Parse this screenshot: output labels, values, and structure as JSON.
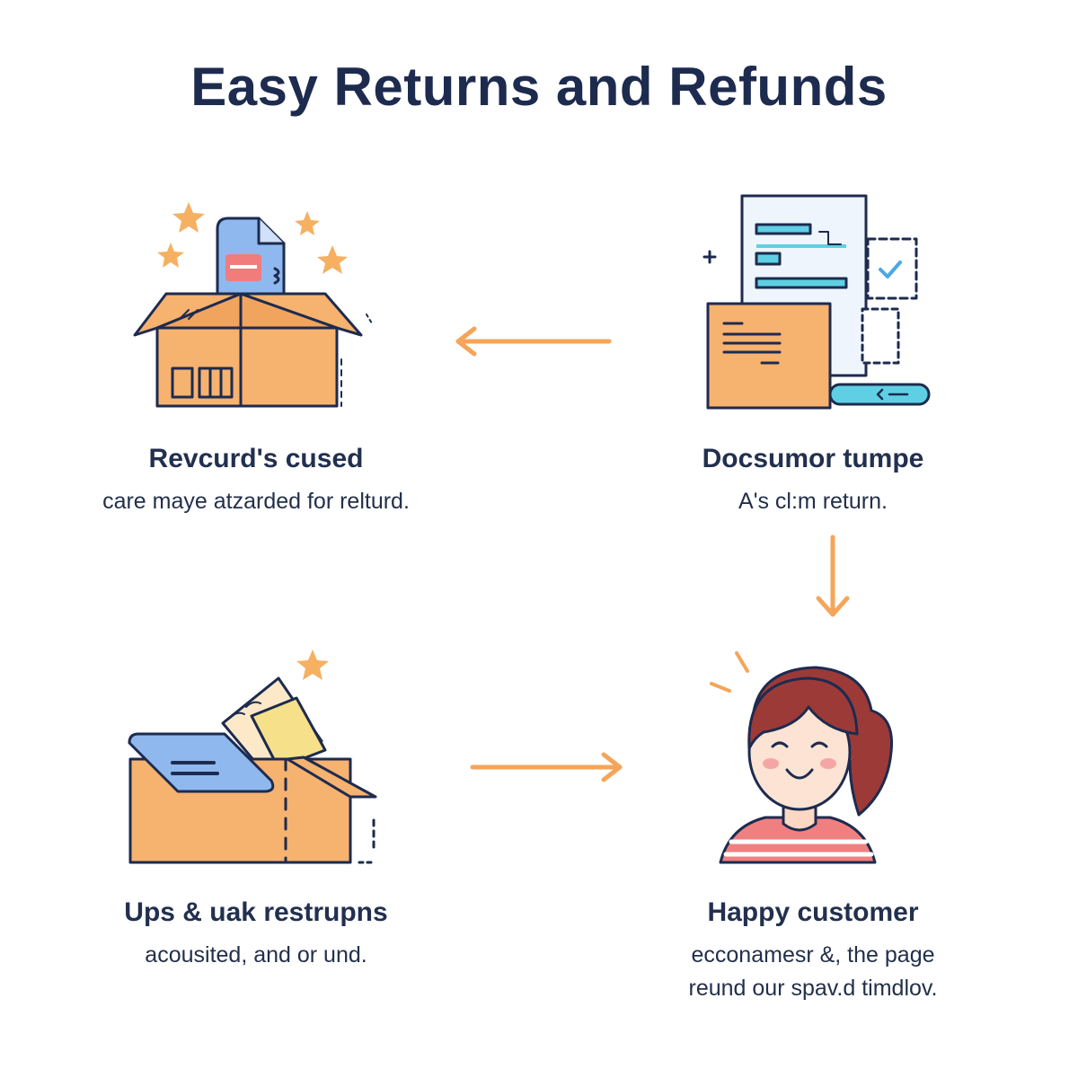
{
  "title": "Easy Returns and Refunds",
  "steps": [
    {
      "title": "Revcurd's cused",
      "desc": [
        "care maye atzarded for relturd."
      ],
      "icon": "open-box-with-phone-icon"
    },
    {
      "title": "Docsumor tumpe",
      "desc": [
        "A's cl:m return."
      ],
      "icon": "documents-icon"
    },
    {
      "title": "Ups & uak restrupns",
      "desc": [
        "acousited, and or und."
      ],
      "icon": "box-with-card-icon"
    },
    {
      "title": "Happy customer",
      "desc": [
        "ecconamesr &, the page",
        "reund our spav.d timdlov."
      ],
      "icon": "happy-customer-icon"
    }
  ],
  "colors": {
    "box": "#f6b26f",
    "outline": "#1d2b4f",
    "accent": "#f5a55a",
    "blue": "#8fb8ee",
    "teal": "#5fd0e3",
    "star": "#f5b062"
  }
}
